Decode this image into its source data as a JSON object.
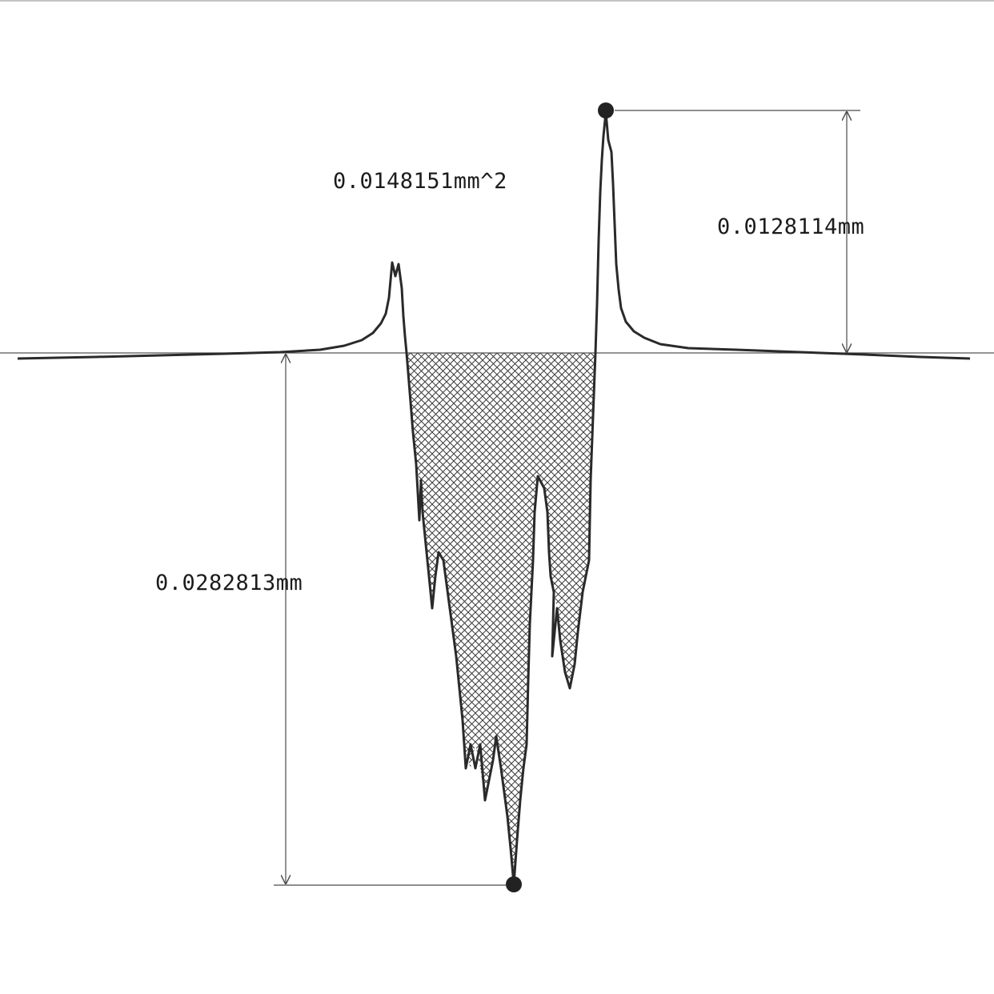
{
  "measurements": {
    "area_label": "0.0148151mm^2",
    "height_label": "0.0128114mm",
    "depth_label": "0.0282813mm"
  },
  "colors": {
    "profile_line": "#2a2a2a",
    "hatch": "#3a3a3a",
    "dimension_line": "#4a4a4a",
    "marker": "#222222"
  }
}
